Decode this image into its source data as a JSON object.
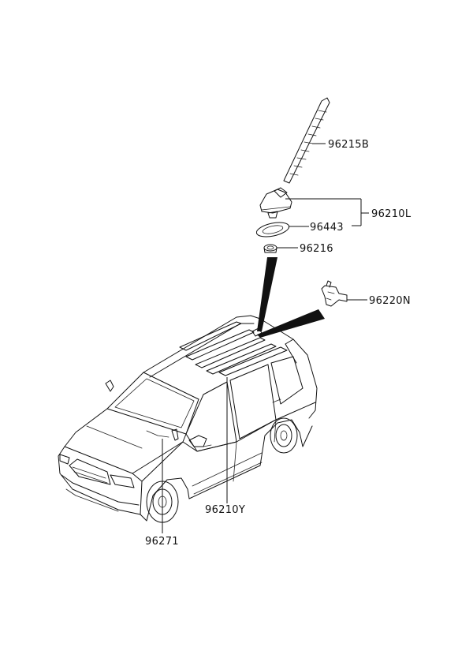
{
  "parts": [
    {
      "id": "p1",
      "label": "96215B",
      "icon": "antenna-mast-icon"
    },
    {
      "id": "p2",
      "label": "96210L",
      "icon": "antenna-assembly-bracket"
    },
    {
      "id": "p3",
      "label": "96443",
      "icon": "antenna-gasket-icon"
    },
    {
      "id": "p4",
      "label": "96216",
      "icon": "antenna-nut-icon"
    },
    {
      "id": "p5",
      "label": "96220N",
      "icon": "antenna-cable-connector-icon"
    },
    {
      "id": "p6",
      "label": "96210Y",
      "icon": "roof-antenna-cable-icon"
    },
    {
      "id": "p7",
      "label": "96271",
      "icon": "windshield-antenna-icon"
    }
  ]
}
